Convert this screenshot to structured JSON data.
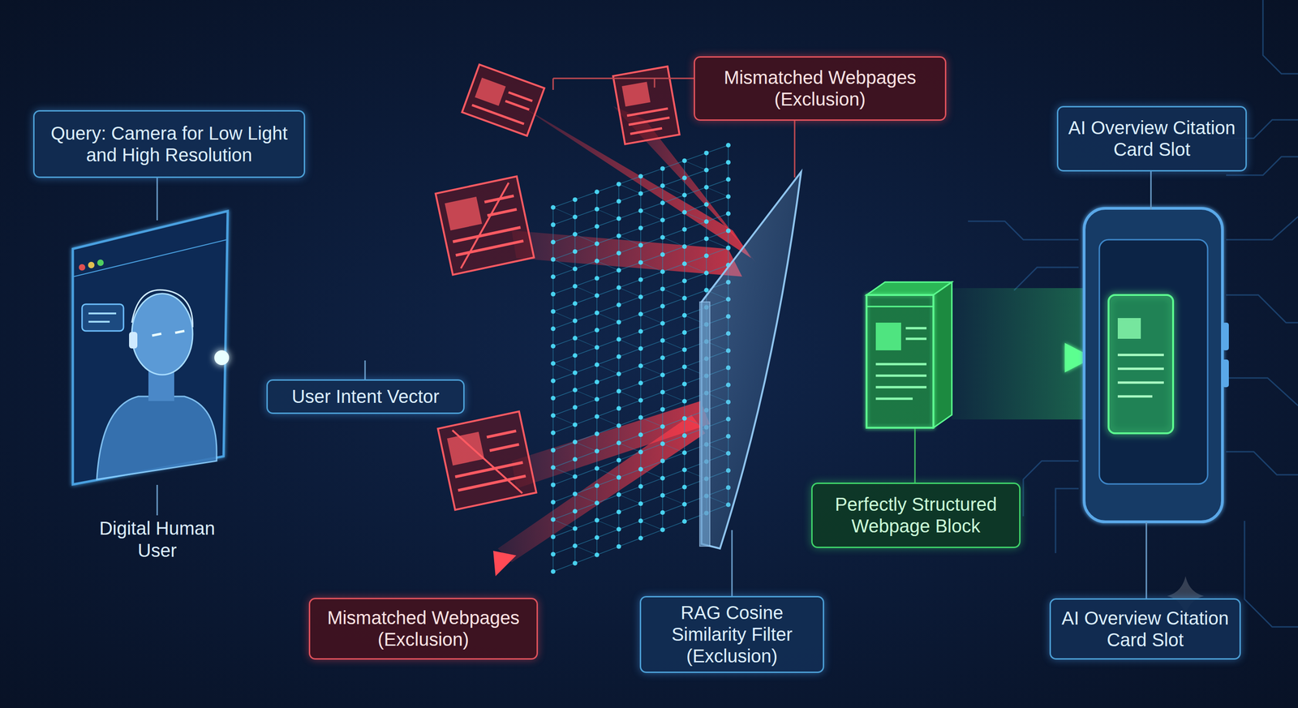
{
  "diagram": {
    "nodes": [
      {
        "text": [
          "Query: Camera for Low Light and High Resolution"
        ]
      },
      {
        "text": [
          "User Intent Vector"
        ]
      },
      {
        "text": [
          "Mismatched Webpages (Exclusion)"
        ]
      },
      {
        "text": [
          "Mismatched Webpages (Exclusion)"
        ]
      },
      {
        "text": [
          "RAG Cosine Similarity Filter (Exclusion)"
        ]
      },
      {
        "text": [
          "Perfectly Structured Webpage Block"
        ]
      },
      {
        "text": [
          "AI Overview Citation Card Slot"
        ]
      },
      {
        "text": [
          "AI Overview Citation Card Slot"
        ]
      }
    ],
    "labels": [
      "Digital Human User"
    ]
  }
}
